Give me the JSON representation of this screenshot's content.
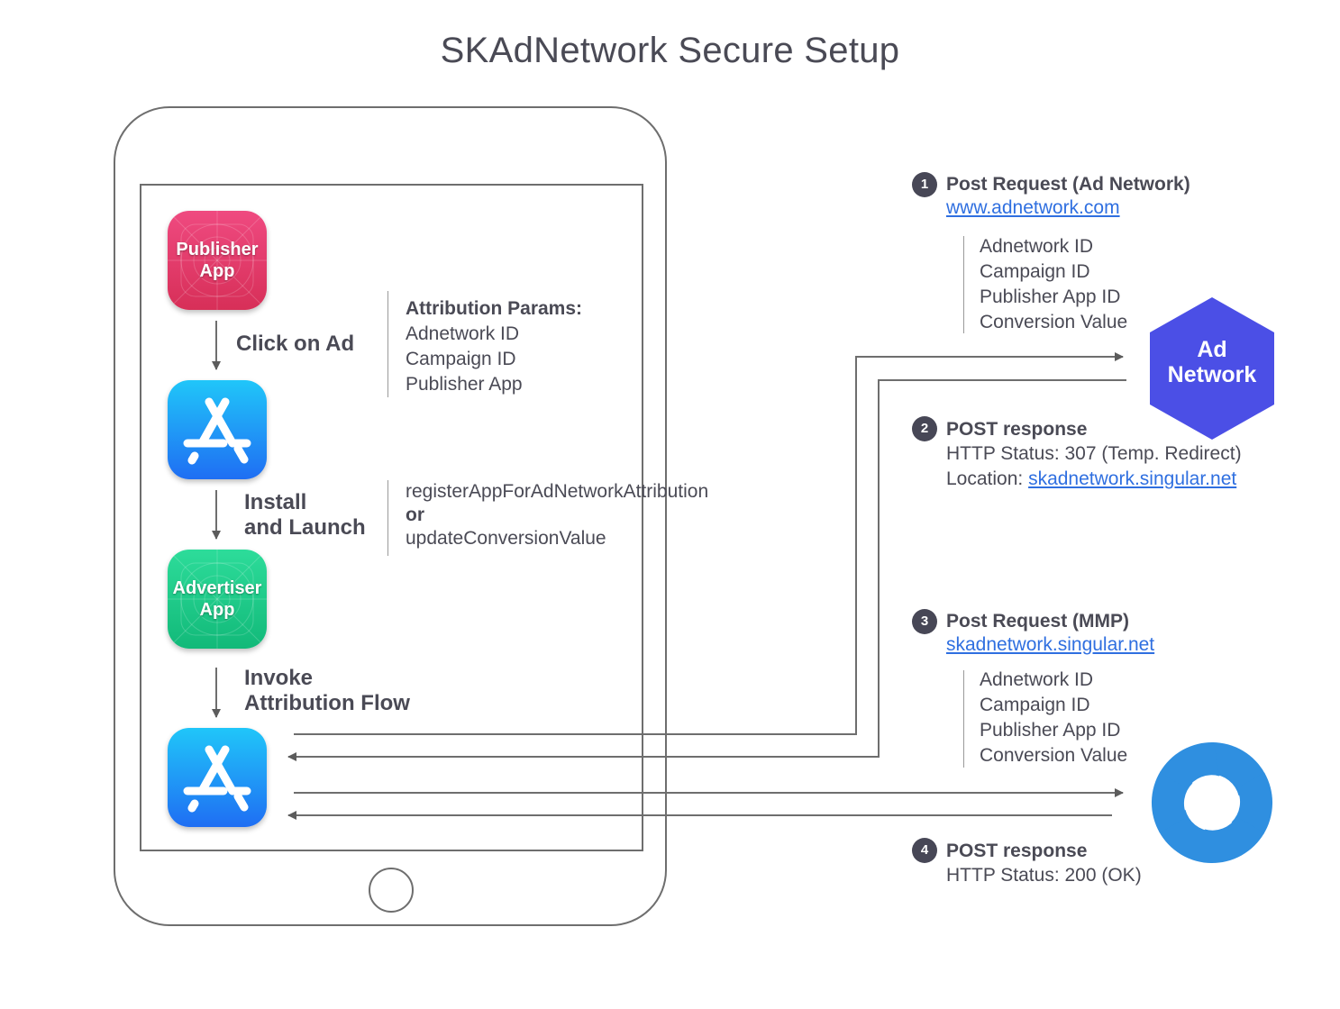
{
  "title": "SKAdNetwork Secure Setup",
  "device": {
    "apps": {
      "publisher": "Publisher\nApp",
      "advertiser": "Advertiser\nApp"
    },
    "steps": {
      "click": "Click on Ad",
      "install": "Install\nand Launch",
      "invoke": "Invoke\nAttribution Flow"
    },
    "attribution_params": {
      "heading": "Attribution Params:",
      "items": [
        "Adnetwork ID",
        "Campaign ID",
        "Publisher App"
      ]
    },
    "api_calls": {
      "line1": "registerAppForAdNetworkAttribution",
      "or": "or",
      "line2": "updateConversionValue"
    }
  },
  "ad_network": {
    "label": "Ad\nNetwork",
    "color": "#4b4fe6"
  },
  "mmp_logo": {
    "icon": "singular-logo-icon",
    "color": "#2f8fe0"
  },
  "requests": [
    {
      "number": "1",
      "title": "Post Request (Ad Network)",
      "url": "www.adnetwork.com",
      "params": [
        "Adnetwork ID",
        "Campaign ID",
        "Publisher App ID",
        "Conversion Value"
      ]
    },
    {
      "number": "2",
      "title": "POST response",
      "status": "HTTP Status: 307 (Temp. Redirect)",
      "location_label": "Location: ",
      "location_url": "skadnetwork.singular.net"
    },
    {
      "number": "3",
      "title": "Post Request (MMP)",
      "url": "skadnetwork.singular.net",
      "params": [
        "Adnetwork ID",
        "Campaign ID",
        "Publisher App ID",
        "Conversion Value"
      ]
    },
    {
      "number": "4",
      "title": "POST response",
      "status": "HTTP Status: 200 (OK)"
    }
  ]
}
